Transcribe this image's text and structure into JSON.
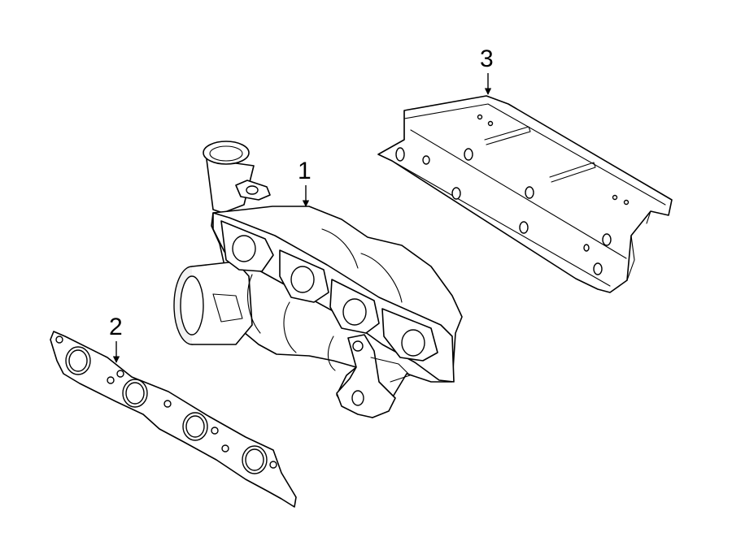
{
  "callouts": {
    "part1": {
      "label": "1"
    },
    "part2": {
      "label": "2"
    },
    "part3": {
      "label": "3"
    }
  },
  "colors": {
    "stroke": "#000000",
    "background": "#ffffff"
  }
}
